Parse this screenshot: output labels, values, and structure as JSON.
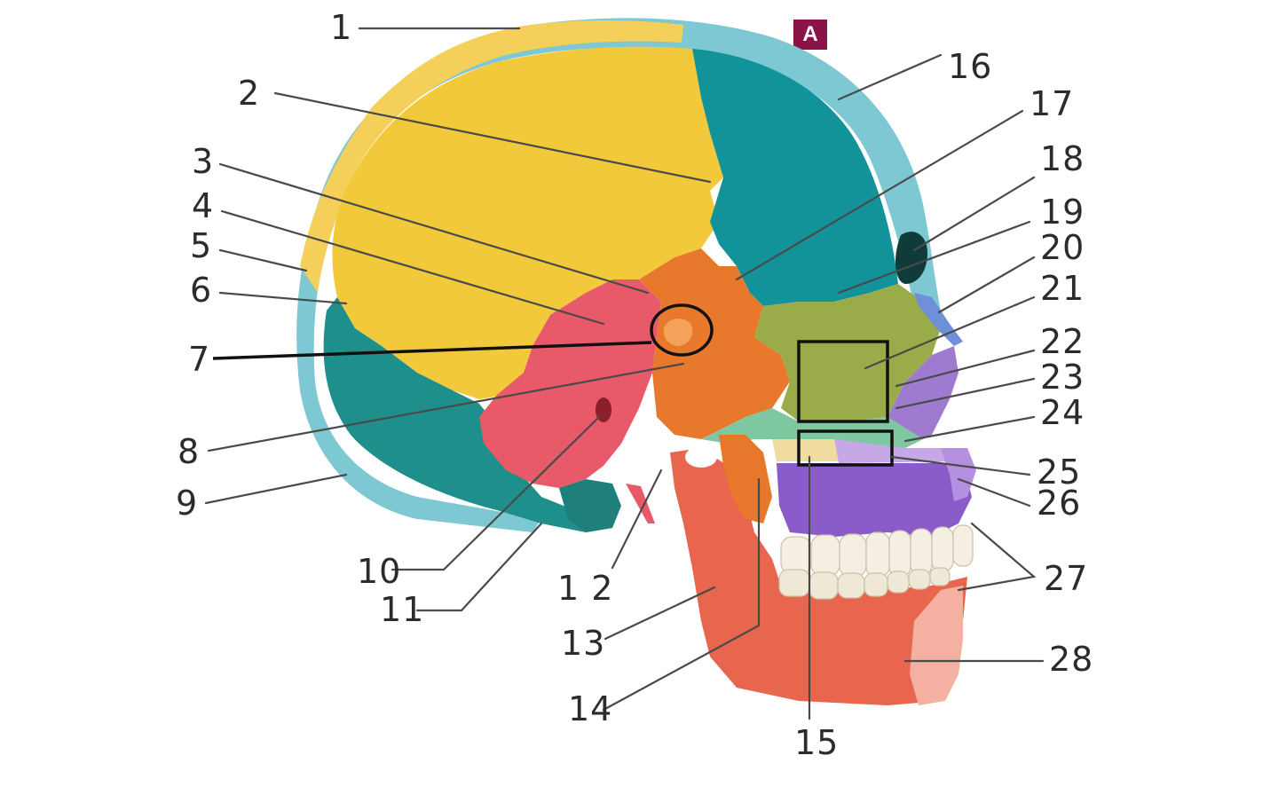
{
  "panel": {
    "letter": "A",
    "color": "#8a1448"
  },
  "labels": [
    {
      "id": "1",
      "text": "1"
    },
    {
      "id": "2",
      "text": "2"
    },
    {
      "id": "3",
      "text": "3"
    },
    {
      "id": "4",
      "text": "4"
    },
    {
      "id": "5",
      "text": "5"
    },
    {
      "id": "6",
      "text": "6"
    },
    {
      "id": "7",
      "text": "7"
    },
    {
      "id": "8",
      "text": "8"
    },
    {
      "id": "9",
      "text": "9"
    },
    {
      "id": "10",
      "text": "10"
    },
    {
      "id": "11",
      "text": "11"
    },
    {
      "id": "12",
      "text": "1 2"
    },
    {
      "id": "13",
      "text": "13"
    },
    {
      "id": "14",
      "text": "14"
    },
    {
      "id": "15",
      "text": "15"
    },
    {
      "id": "16",
      "text": "16"
    },
    {
      "id": "17",
      "text": "17"
    },
    {
      "id": "18",
      "text": "18"
    },
    {
      "id": "19",
      "text": "19"
    },
    {
      "id": "20",
      "text": "20"
    },
    {
      "id": "21",
      "text": "21"
    },
    {
      "id": "22",
      "text": "22"
    },
    {
      "id": "23",
      "text": "23"
    },
    {
      "id": "24",
      "text": "24"
    },
    {
      "id": "25",
      "text": "25"
    },
    {
      "id": "26",
      "text": "26"
    },
    {
      "id": "27",
      "text": "27"
    },
    {
      "id": "28",
      "text": "28"
    }
  ],
  "colors": {
    "bone_cut": "#7ec8d3",
    "parietal": "#f2c93b",
    "frontal": "#12939a",
    "occipital": "#1e8f8a",
    "temporal": "#e85a6a",
    "sphenoid": "#e8782c",
    "ethmoid": "#9aac4a",
    "vomer": "#9f7bd0",
    "palatine": "#f0dca0",
    "maxilla": "#8a5cc9",
    "mandible": "#e8664e",
    "nasal": "#6f8fd8",
    "teeth": "#f4efe2"
  }
}
